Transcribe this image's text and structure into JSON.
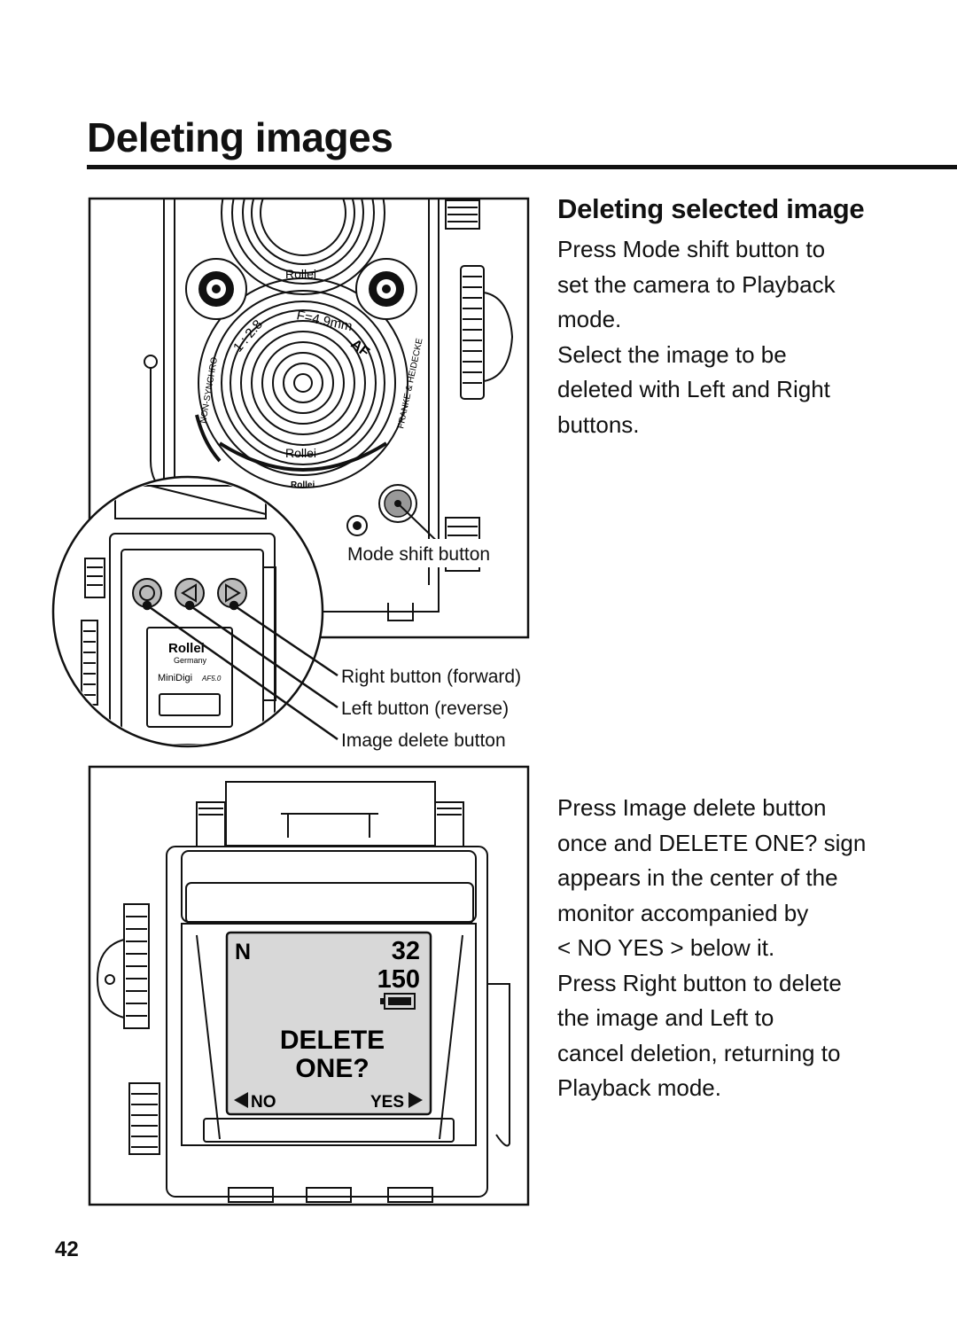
{
  "page": {
    "title": "Deleting images",
    "page_number": "42"
  },
  "section": {
    "heading": "Deleting selected image",
    "step1": "Press Mode shift button to\nset the camera to Playback\nmode.\nSelect the image to be\ndeleted with Left and Right\nbuttons.",
    "step2": "Press Image delete button\nonce and DELETE ONE? sign\nappears in the center of the\nmonitor accompanied by\n< NO YES > below it.\nPress Right button to delete\nthe image and Left to\ncancel deletion, returning to\nPlayback mode."
  },
  "figure_top": {
    "brand_upper": "Rollei",
    "lens_spec": "F=4.9mm",
    "lens_af": "AF",
    "lens_ratio": "1 : 2.8",
    "ring_left": "NON-SYNCHRO",
    "ring_right": "FRANKE & HEIDECKE",
    "brand_lower": "Rollei",
    "brand_bottom": "Rollei",
    "callout_mode_shift": "Mode shift button",
    "callout_right": "Right button (forward)",
    "callout_left": "Left button (reverse)",
    "callout_delete": "Image delete button",
    "panel_brand": "Rollei",
    "panel_country": "Germany",
    "panel_model": "MiniDigi",
    "panel_model_suffix": "AF5.0"
  },
  "figure_bottom": {
    "lcd": {
      "quality": "N",
      "frame_number": "32",
      "remaining": "150",
      "message_line1": "DELETE",
      "message_line2": "ONE?",
      "no_label": "NO",
      "yes_label": "YES"
    }
  }
}
